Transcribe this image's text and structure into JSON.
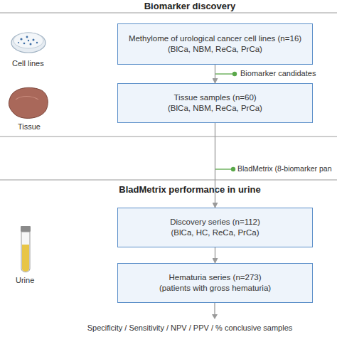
{
  "diagram": {
    "title": "Biomarker discovery",
    "nodes": [
      {
        "text": [
          "Methylome of urological cancer cell lines (n=16)",
          "(BlCa, NBM, ReCa, PrCa)"
        ]
      },
      {
        "text": [
          "Tissue samples (n=60)",
          "(BlCa, NBM, ReCa, PrCa)"
        ]
      },
      {
        "text": [
          "Discovery series (n=112)",
          "(BlCa, HC, ReCa, PrCa)"
        ]
      },
      {
        "text": [
          "Hematuria series (n=273)",
          "(patients with gross hematuria)"
        ]
      }
    ],
    "edges": [
      {
        "from": 0,
        "to": 1,
        "arrow": "to"
      },
      {
        "from": 1,
        "to": 2,
        "arrow": "to"
      },
      {
        "from": 2,
        "to": 3,
        "arrow": "to"
      }
    ],
    "labels": [
      "Cell lines",
      "Biomarker candidates",
      "Tissue",
      "BladMetrix (8-biomarker pan",
      "BladMetrix performance in urine",
      "Urine",
      "Specificity / Sensitivity / NPV / PPV / % conclusive samples"
    ]
  }
}
